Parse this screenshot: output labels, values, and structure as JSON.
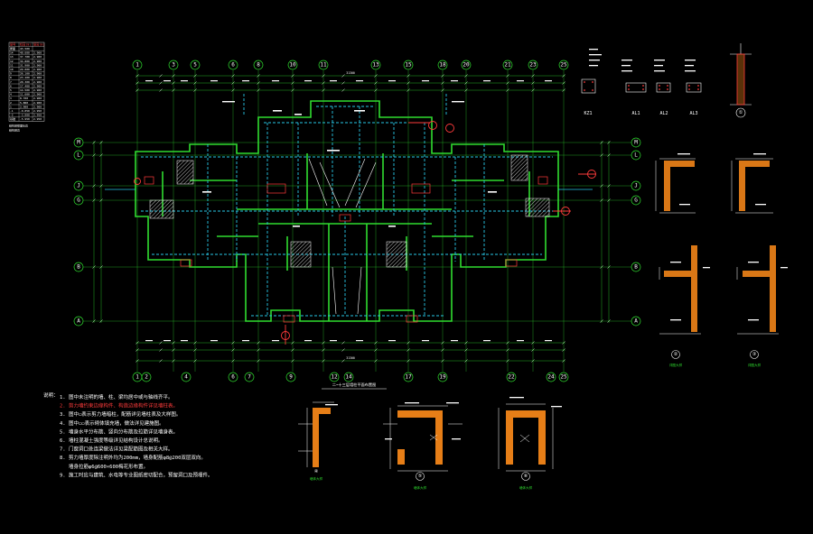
{
  "drawing": {
    "title": "二~十三层墙柱平面布置图",
    "top_total_dim": "31300",
    "bottom_total_dim": "31300",
    "colors": {
      "background": "#000000",
      "wall": "#2fdc2f",
      "beam_dashed": "#27c7e6",
      "grid_line": "#2fdc2f",
      "text": "#ffffff",
      "highlight": "#ff3b3b",
      "concrete": "#ff8c1a",
      "hatch": "#bfbfbf"
    }
  },
  "grid_axes_top": [
    "1",
    "3",
    "5",
    "6",
    "8",
    "10",
    "11",
    "13",
    "15",
    "18",
    "20",
    "21",
    "23",
    "25"
  ],
  "grid_axes_bottom": [
    "1",
    "2",
    "4",
    "6",
    "7",
    "9",
    "12",
    "14",
    "17",
    "19",
    "22",
    "24",
    "25"
  ],
  "grid_axes_left": [
    "M",
    "L",
    "J",
    "G",
    "B",
    "A"
  ],
  "grid_axes_right": [
    "M",
    "L",
    "J",
    "G",
    "B",
    "A"
  ],
  "level_table": {
    "header": [
      "层号",
      "标高(m)",
      "层高(m)"
    ],
    "rows": [
      [
        "屋面",
        "43.500",
        ""
      ],
      [
        "14",
        "40.600",
        "2.900"
      ],
      [
        "13",
        "37.700",
        "2.900"
      ],
      [
        "12",
        "34.800",
        "2.900"
      ],
      [
        "11",
        "31.900",
        "2.900"
      ],
      [
        "10",
        "29.000",
        "2.900"
      ],
      [
        "9",
        "26.100",
        "2.900"
      ],
      [
        "8",
        "23.200",
        "2.900"
      ],
      [
        "7",
        "20.300",
        "2.900"
      ],
      [
        "6",
        "17.400",
        "2.900"
      ],
      [
        "5",
        "14.500",
        "2.900"
      ],
      [
        "4",
        "11.600",
        "2.900"
      ],
      [
        "3",
        "8.700",
        "2.900"
      ],
      [
        "2",
        "5.800",
        "2.900"
      ],
      [
        "1",
        "2.900",
        "2.900"
      ],
      [
        "-1",
        "-0.050",
        "2.950"
      ],
      [
        "-2",
        "-3.000",
        "2.950"
      ],
      [
        "基础",
        "-5.950",
        "2.950"
      ]
    ],
    "footer": [
      "结构层楼面标高",
      "结构层高"
    ]
  },
  "column_details": {
    "labels": [
      "KZ1",
      "AL1",
      "AL2",
      "AL3",
      "①"
    ]
  },
  "corner_details": {
    "labels": [
      "②",
      "③"
    ],
    "captions": [
      "详图大样",
      "详图大样"
    ]
  },
  "bottom_details": {
    "labels": [
      "④",
      "⑤",
      "⑥"
    ],
    "captions": [
      "墙体大样",
      "墙体大样",
      "墙体大样"
    ]
  },
  "notes": {
    "heading": "说明：",
    "items": [
      {
        "n": "1.",
        "text": "图中未注明的墙、柱、梁均居中或与轴线齐平。",
        "red": false
      },
      {
        "n": "2.",
        "text": "剪力墙约束边缘构件、构造边缘构件详见墙柱表。",
        "red": true
      },
      {
        "n": "3.",
        "text": "图中▭表示剪力墙暗柱，配筋详见墙柱表及大样图。",
        "red": false
      },
      {
        "n": "4.",
        "text": "图中▭▭表示砌体填充墙，做法详见建施图。",
        "red": false
      },
      {
        "n": "5.",
        "text": "墙身水平分布筋、竖向分布筋及拉筋详见墙身表。",
        "red": false
      },
      {
        "n": "6.",
        "text": "墙柱混凝土强度等级详见结构设计总说明。",
        "red": false
      },
      {
        "n": "7.",
        "text": "门窗洞口处连梁做法详见梁配筋图及相关大样。",
        "red": false
      },
      {
        "n": "8.",
        "text": "剪力墙厚度除注明外均为200mm，墙身配筋φ8@200双层双向。",
        "red": false
      },
      {
        "n": "",
        "text": "墙身拉筋φ6@600×600梅花形布置。",
        "red": false
      },
      {
        "n": "9.",
        "text": "施工时应与建筑、水电等专业图纸密切配合，预留洞口及预埋件。",
        "red": false
      }
    ]
  }
}
